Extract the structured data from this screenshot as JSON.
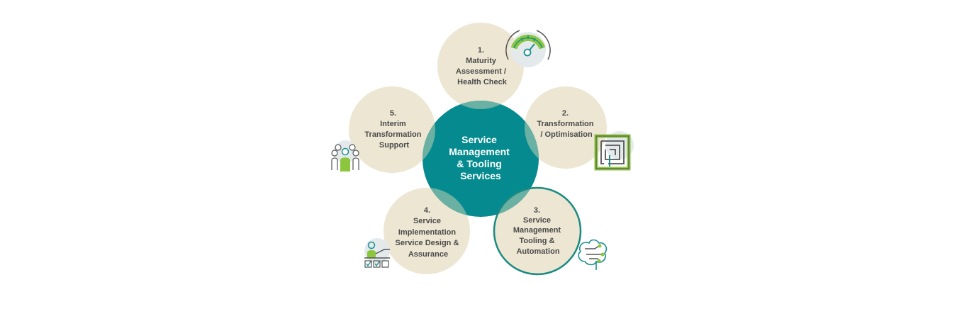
{
  "colors": {
    "petal_fill": "#ede6d3",
    "center_fill": "#058b8f",
    "overlap_fill": "#6ab0a3",
    "highlight_ring": "#1a8a82",
    "icon_teal": "#1b8f8c",
    "icon_green": "#8cc63f",
    "icon_grey": "#555555",
    "icon_bg": "#e4eaec",
    "text": "#4a4a4a"
  },
  "center": {
    "lines": [
      "Service",
      "Management",
      "& Tooling",
      "Services"
    ]
  },
  "petals": [
    {
      "id": "maturity",
      "lines": [
        "1.",
        "Maturity",
        "Assessment /",
        "Health Check"
      ],
      "icon": "gauge-icon"
    },
    {
      "id": "transformation",
      "lines": [
        "2.",
        "Transformation",
        "/ Optimisation"
      ],
      "icon": "maze-icon"
    },
    {
      "id": "tooling",
      "lines": [
        "3.",
        "Service",
        "Management",
        "Tooling &",
        "Automation"
      ],
      "icon": "brain-circuit-icon",
      "highlighted": true
    },
    {
      "id": "implementation",
      "lines": [
        "4.",
        "Service",
        "Implementation",
        "Service Design &",
        "Assurance"
      ],
      "icon": "checklist-presenter-icon"
    },
    {
      "id": "interim",
      "lines": [
        "5.",
        "Interim",
        "Transformation",
        "Support"
      ],
      "icon": "team-icon"
    }
  ]
}
